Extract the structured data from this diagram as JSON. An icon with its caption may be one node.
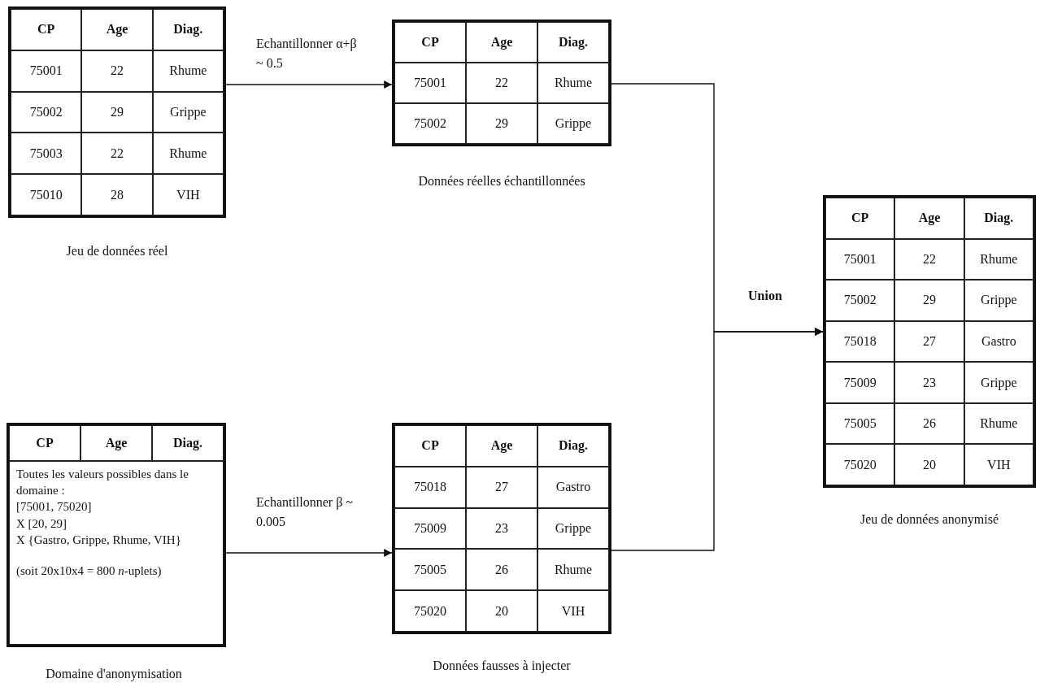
{
  "diagram": {
    "nodes": [
      {
        "text": [
          "CP",
          "Age",
          "Diag.",
          "75001",
          "22",
          "Rhume",
          "75002",
          "29",
          "Grippe",
          "75003",
          "22",
          "Rhume",
          "75010",
          "28",
          "VIH"
        ],
        "beside": [
          "Jeu de données réel"
        ]
      },
      {
        "text": [
          "CP",
          "Age",
          "Diag.",
          "75001",
          "22",
          "Rhume",
          "75002",
          "29",
          "Grippe"
        ],
        "beside": [
          "Données réelles échantillonnées"
        ]
      },
      {
        "text": [
          "CP",
          "Age",
          "Diag.",
          "75001",
          "22",
          "Rhume",
          "75002",
          "29",
          "Grippe",
          "75018",
          "27",
          "Gastro",
          "75009",
          "23",
          "Grippe",
          "75005",
          "26",
          "Rhume",
          "75020",
          "20",
          "VIH"
        ],
        "beside": [
          "Jeu de données anonymisé"
        ]
      },
      {
        "text": [
          "CP",
          "Age",
          "Diag.",
          "Toutes les valeurs possibles dans le domaine :",
          "[75001, 75020]",
          "X [20, 29]",
          "X {Gastro, Grippe, Rhume, VIH}",
          "(soit 20x10x4 = 800 *n*-uplets)"
        ],
        "beside": [
          "Domaine d'anonymisation"
        ]
      },
      {
        "text": [
          "CP",
          "Age",
          "Diag.",
          "75018",
          "27",
          "Gastro",
          "75009",
          "23",
          "Grippe",
          "75005",
          "26",
          "Rhume",
          "75020",
          "20",
          "VIH"
        ],
        "beside": [
          "Données fausses à injecter"
        ]
      }
    ],
    "edges": [
      {
        "from": 0,
        "to": 1,
        "arrow": "to",
        "label": "Echantillonner α+β ~ 0.5"
      },
      {
        "from": 3,
        "to": 4,
        "arrow": "to",
        "label": "Echantillonner β ~ 0.005"
      },
      {
        "from": 1,
        "to": 2,
        "arrow": "to"
      },
      {
        "from": 4,
        "to": 2,
        "arrow": "to"
      }
    ],
    "labels": [
      "Union"
    ]
  }
}
